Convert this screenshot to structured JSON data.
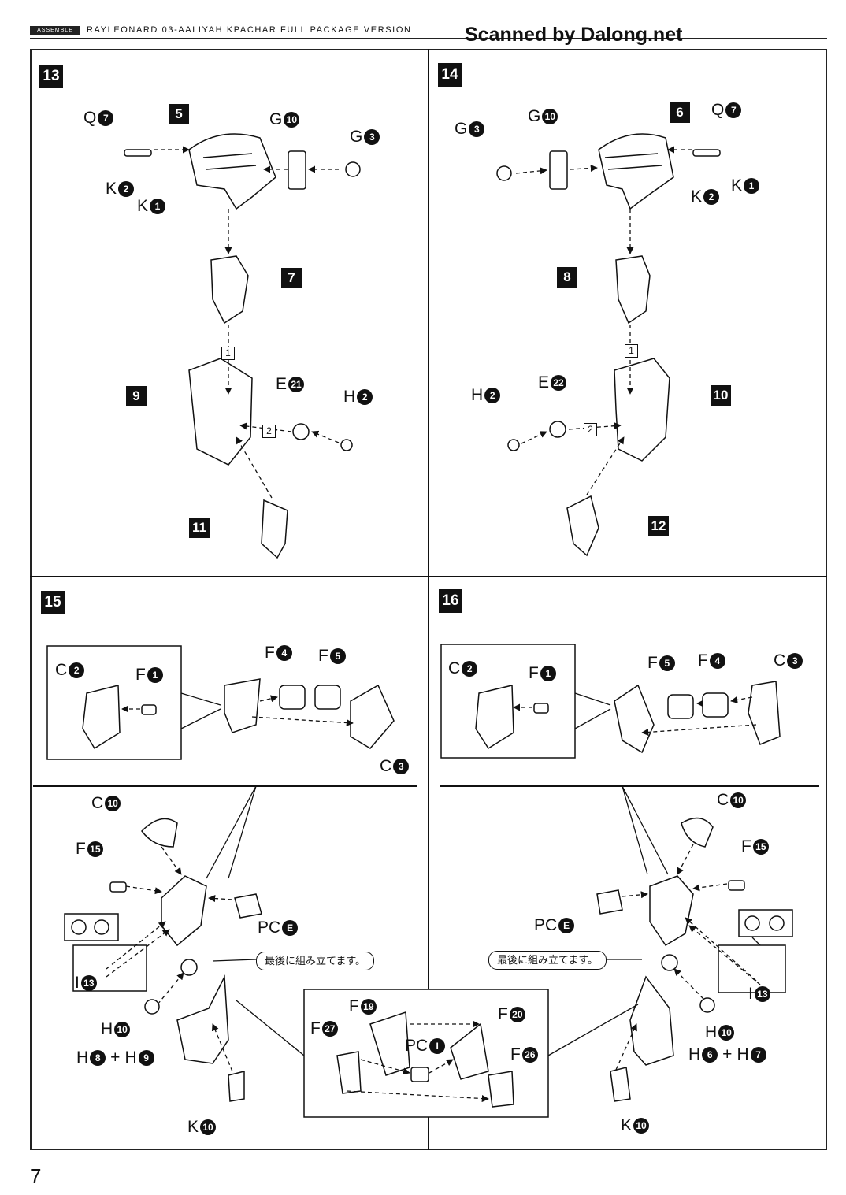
{
  "header": {
    "tag": "ASSEMBLE",
    "title": "RAYLEONARD 03-AALIYAH KPACHAR FULL PACKAGE VERSION"
  },
  "watermark": "Scanned by Dalong.net",
  "steps": {
    "s13": "13",
    "s14": "14",
    "s15": "15",
    "s16": "16"
  },
  "seq": {
    "one": "1",
    "two": "2"
  },
  "part_boxes": {
    "p5": "5",
    "p6": "6",
    "p7": "7",
    "p8": "8",
    "p9": "9",
    "p10": "10",
    "p11": "11",
    "p12": "12"
  },
  "labels": {
    "Q": "Q",
    "K": "K",
    "G": "G",
    "E": "E",
    "H": "H",
    "C": "C",
    "F": "F",
    "PC": "PC",
    "I": "I",
    "plus": "+"
  },
  "numbers": {
    "n1": "1",
    "n2": "2",
    "n3": "3",
    "n4": "4",
    "n5": "5",
    "n6": "6",
    "n7": "7",
    "n8": "8",
    "n9": "9",
    "n10": "10",
    "n13": "13",
    "n15": "15",
    "n19": "19",
    "n20": "20",
    "n21": "21",
    "n22": "22",
    "n26": "26",
    "n27": "27",
    "nE": "E",
    "nI": "I"
  },
  "note": "最後に組み立てます。",
  "page_number": "7"
}
